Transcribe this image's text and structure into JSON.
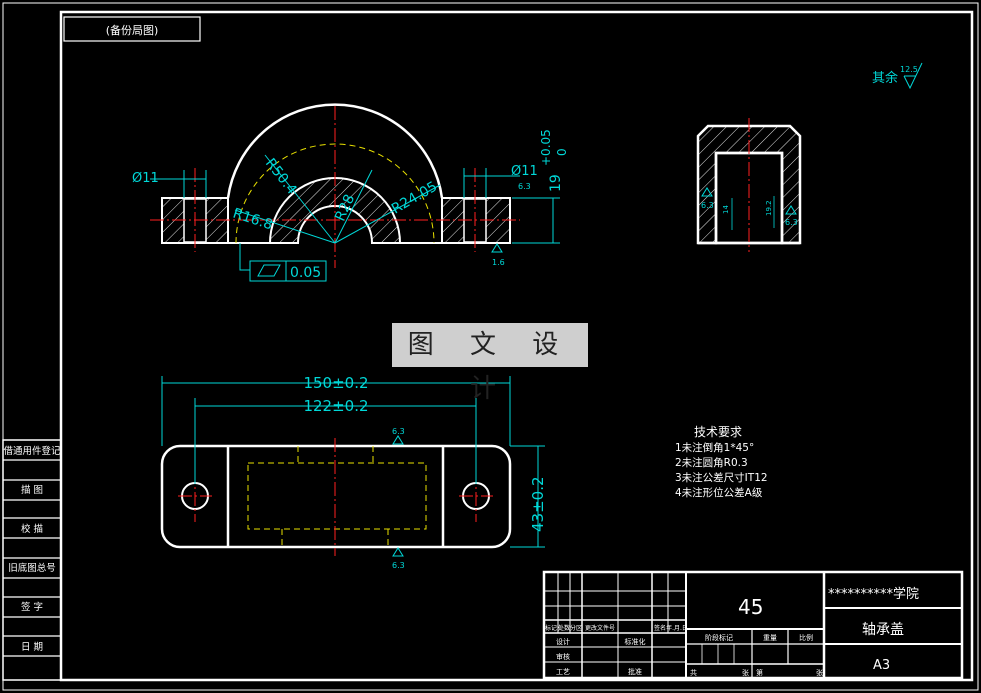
{
  "sheet": {
    "view_label": "(备份局图)",
    "surface_roughness": {
      "prefix": "其余",
      "value": "12.5"
    },
    "watermark": "图 文 设 计"
  },
  "front_view": {
    "dims": {
      "dia_left": "Ø11",
      "dia_right": "Ø11",
      "r_outer": "R50.4",
      "r_inner": "R28",
      "r_mid": "R24.05",
      "r_small": "R16.8",
      "height": "19",
      "tol_upper": "+0.05",
      "tol_lower": "0",
      "flatness": "0.05",
      "rough_top": "6.3",
      "rough_bottom": "1.6"
    }
  },
  "side_view": {
    "rough_left": "6.3",
    "rough_right": "6.3",
    "dim_left": "14",
    "dim_right": "19.2"
  },
  "top_view": {
    "dims": {
      "overall_length": "150±0.2",
      "hole_spacing": "122±0.2",
      "width": "43±0.2",
      "rough_top": "6.3",
      "rough_bottom": "6.3"
    }
  },
  "tech_requirements": {
    "title": "技术要求",
    "items": [
      "1未注倒角1*45°",
      "2未注圆角R0.3",
      "3未注公差尺寸IT12",
      "4未注形位公差A级"
    ]
  },
  "left_strip": [
    "借通用件登记",
    "描   图",
    "校   描",
    "旧底图总号",
    "签   字",
    "日   期"
  ],
  "title_block": {
    "material": "45",
    "school": "**********学院",
    "part_name": "轴承盖",
    "sheet_size": "A3",
    "col_headers": [
      "标记",
      "处数",
      "分区",
      "更改文件号",
      "签名",
      "年.月.日"
    ],
    "roles": [
      "设计",
      "标准化",
      "审核",
      "工艺",
      "批准"
    ],
    "stage_headers": [
      "阶段标记",
      "重量",
      "比例"
    ],
    "bottom_labels": [
      "共",
      "张",
      "第",
      "张"
    ]
  }
}
